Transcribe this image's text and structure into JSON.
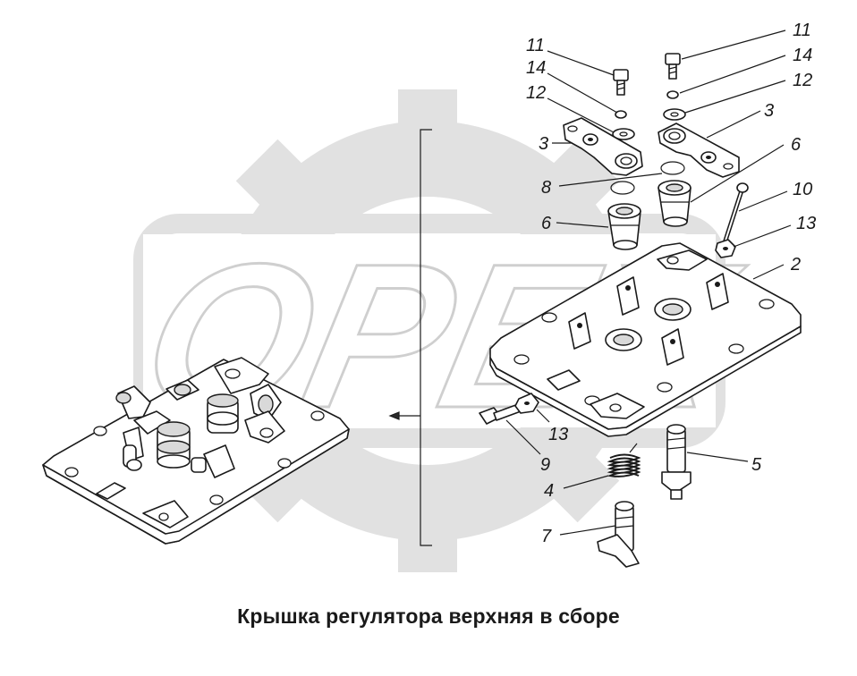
{
  "caption": "Крышка регулятора верхняя в сборе",
  "watermark": "OPEX",
  "callouts": {
    "c11a": "11",
    "c14a": "14",
    "c12a": "12",
    "c3a": "3",
    "c8": "8",
    "c6a": "6",
    "c11b": "11",
    "c14b": "14",
    "c12b": "12",
    "c3b": "3",
    "c6b": "6",
    "c10": "10",
    "c13a": "13",
    "c2": "2",
    "c13b": "13",
    "c9": "9",
    "c5": "5",
    "c4": "4",
    "c7": "7"
  }
}
